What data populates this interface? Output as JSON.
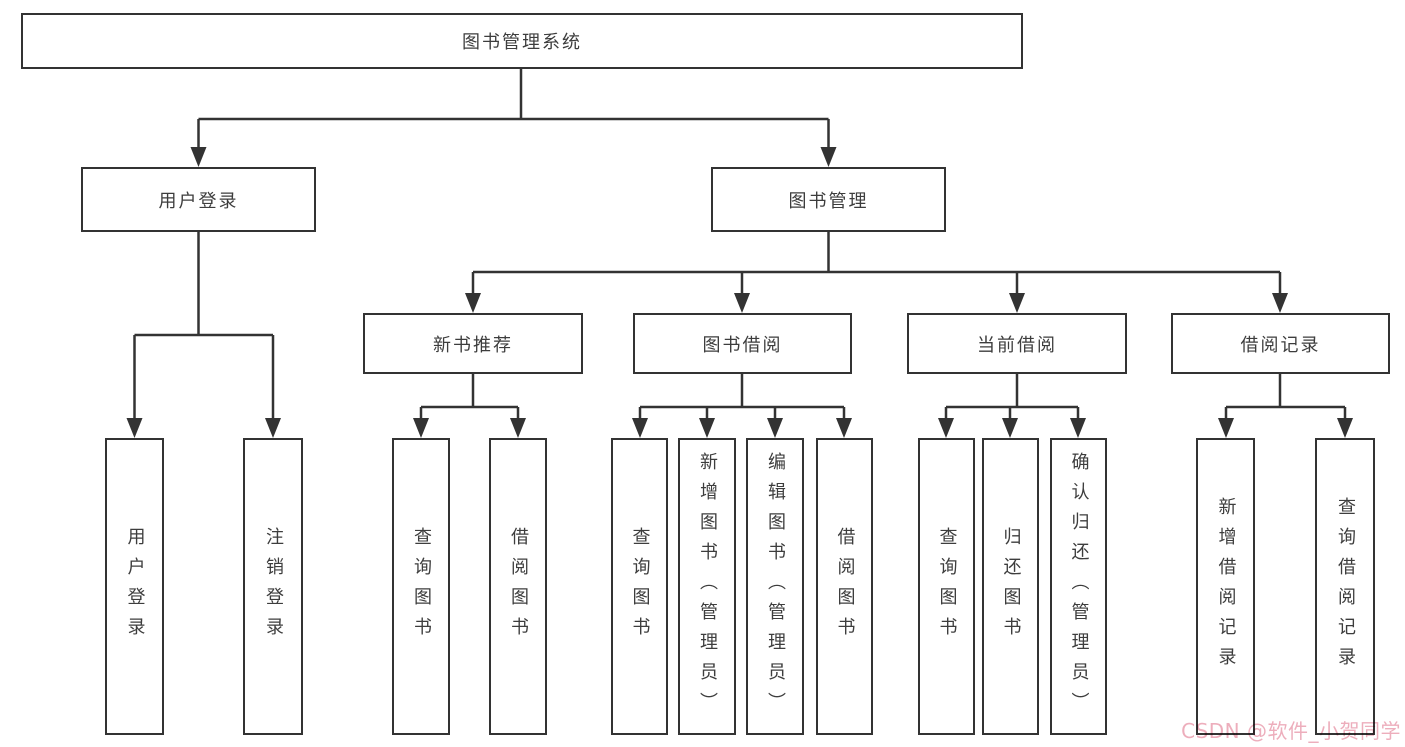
{
  "diagram": {
    "tree": {
      "label": "图书管理系统",
      "children": [
        {
          "label": "用户登录",
          "children": [
            {
              "label": "用户登录"
            },
            {
              "label": "注销登录"
            }
          ]
        },
        {
          "label": "图书管理",
          "children": [
            {
              "label": "新书推荐",
              "children": [
                {
                  "label": "查询图书"
                },
                {
                  "label": "借阅图书"
                }
              ]
            },
            {
              "label": "图书借阅",
              "children": [
                {
                  "label": "查询图书"
                },
                {
                  "label": "新增图书（管理员）"
                },
                {
                  "label": "编辑图书（管理员）"
                },
                {
                  "label": "借阅图书"
                }
              ]
            },
            {
              "label": "当前借阅",
              "children": [
                {
                  "label": "查询图书"
                },
                {
                  "label": "归还图书"
                },
                {
                  "label": "确认归还（管理员）"
                }
              ]
            },
            {
              "label": "借阅记录",
              "children": [
                {
                  "label": "新增借阅记录"
                },
                {
                  "label": "查询借阅记录"
                }
              ]
            }
          ]
        }
      ]
    },
    "colors": {
      "line": "#333333",
      "box_border": "#333333",
      "text": "#3d3d3d",
      "watermark": "#edaebc",
      "background": "#ffffff"
    },
    "watermark": "CSDN @软件_小贺同学"
  }
}
